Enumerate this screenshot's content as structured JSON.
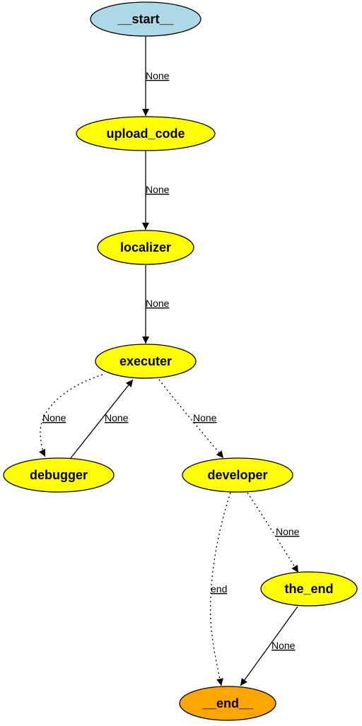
{
  "colors": {
    "start": "#add8e6",
    "default": "#ffff00",
    "end": "#ffa500"
  },
  "nodes": [
    {
      "id": "start",
      "label": "__start__"
    },
    {
      "id": "upload_code",
      "label": "upload_code"
    },
    {
      "id": "localizer",
      "label": "localizer"
    },
    {
      "id": "executer",
      "label": "executer"
    },
    {
      "id": "debugger",
      "label": "debugger"
    },
    {
      "id": "developer",
      "label": "developer"
    },
    {
      "id": "the_end",
      "label": "the_end"
    },
    {
      "id": "end",
      "label": "__end__"
    }
  ],
  "edges": [
    {
      "from": "__start__",
      "to": "upload_code",
      "label": "None",
      "style": "solid"
    },
    {
      "from": "upload_code",
      "to": "localizer",
      "label": "None",
      "style": "solid"
    },
    {
      "from": "localizer",
      "to": "executer",
      "label": "None",
      "style": "solid"
    },
    {
      "from": "executer",
      "to": "debugger",
      "label": "None",
      "style": "dotted"
    },
    {
      "from": "debugger",
      "to": "executer",
      "label": "None",
      "style": "solid"
    },
    {
      "from": "executer",
      "to": "developer",
      "label": "None",
      "style": "dotted"
    },
    {
      "from": "developer",
      "to": "the_end",
      "label": "None",
      "style": "dotted"
    },
    {
      "from": "developer",
      "to": "__end__",
      "label": "end",
      "style": "dotted"
    },
    {
      "from": "the_end",
      "to": "__end__",
      "label": "None",
      "style": "solid"
    }
  ]
}
